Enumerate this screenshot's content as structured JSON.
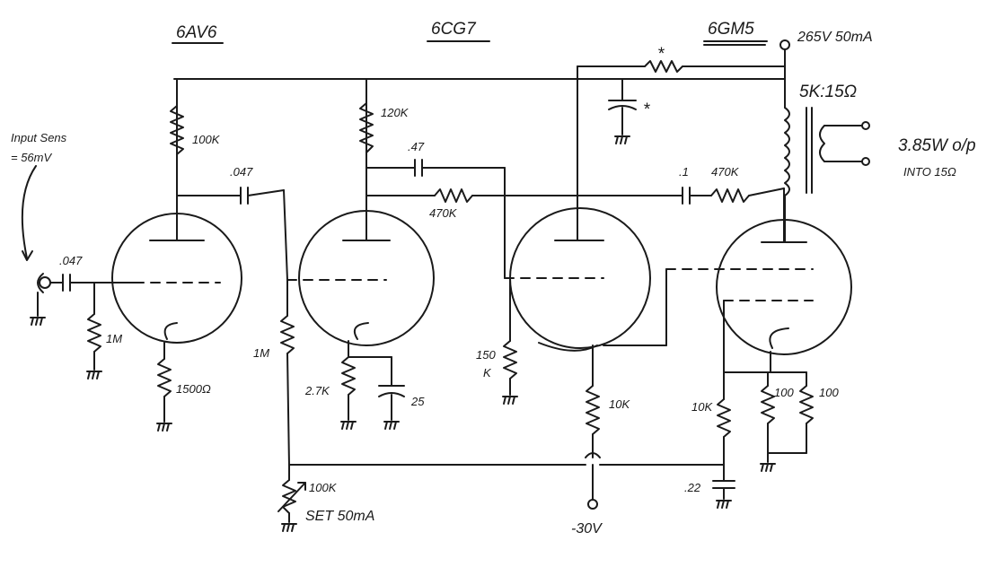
{
  "labels": {
    "tube1": "6AV6",
    "tube2": "6CG7",
    "tube3": "6GM5",
    "supply": "265V 50mA",
    "input_sens_1": "Input Sens",
    "input_sens_2": "= 56mV",
    "output_1": "3.85W o/p",
    "output_2": "INTO 15Ω",
    "transformer": "5K:15Ω",
    "r_100k": "100K",
    "r_1m_in": "1M",
    "r_1500": "1500Ω",
    "c_047_in": ".047",
    "c_047_coupling": ".047",
    "r_1m_grid": "1M",
    "r_120k": "120K",
    "c_47": ".47",
    "r_470k_mid": "470K",
    "r_27k": "2.7K",
    "c_25": "25",
    "r_150k_a": "150",
    "r_150k_b": "K",
    "pot_100k": "100K",
    "set_50ma": "SET 50mA",
    "c_01": ".1",
    "r_470k_right": "470K",
    "r_10k_cath": "10K",
    "neg_30v": "-30V",
    "r_10k_bias": "10K",
    "r_100_a": "100",
    "r_100_b": "100",
    "c_22": ".22",
    "star_r": "*",
    "star_c": "*"
  },
  "colors": {
    "ink": "#1a1a1a",
    "paper": "#ffffff"
  }
}
